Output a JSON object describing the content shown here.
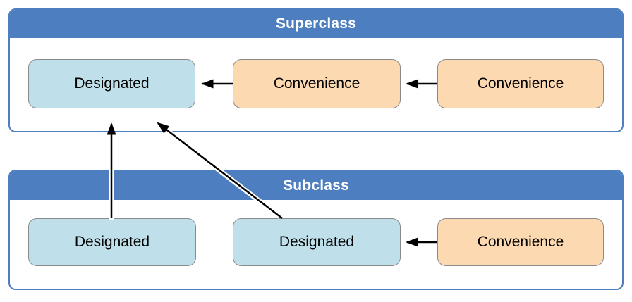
{
  "diagram": {
    "superclass": {
      "title": "Superclass",
      "boxes": [
        {
          "label": "Designated",
          "kind": "designated"
        },
        {
          "label": "Convenience",
          "kind": "convenience"
        },
        {
          "label": "Convenience",
          "kind": "convenience"
        }
      ]
    },
    "subclass": {
      "title": "Subclass",
      "boxes": [
        {
          "label": "Designated",
          "kind": "designated"
        },
        {
          "label": "Designated",
          "kind": "designated"
        },
        {
          "label": "Convenience",
          "kind": "convenience"
        }
      ]
    },
    "arrows": [
      {
        "from": "superclass-convenience-1",
        "to": "superclass-designated"
      },
      {
        "from": "superclass-convenience-2",
        "to": "superclass-convenience-1"
      },
      {
        "from": "subclass-convenience",
        "to": "subclass-designated-2"
      },
      {
        "from": "subclass-designated-1",
        "to": "superclass-designated"
      },
      {
        "from": "subclass-designated-2",
        "to": "superclass-designated"
      }
    ],
    "colors": {
      "container_blue": "#4d7ebf",
      "header_text": "#ffffff",
      "designated_fill": "#bfe0ea",
      "convenience_fill": "#fcd9b0",
      "box_border": "#8a8a8a",
      "box_text": "#000000",
      "arrow_color": "#000000",
      "background": "#ffffff"
    }
  }
}
